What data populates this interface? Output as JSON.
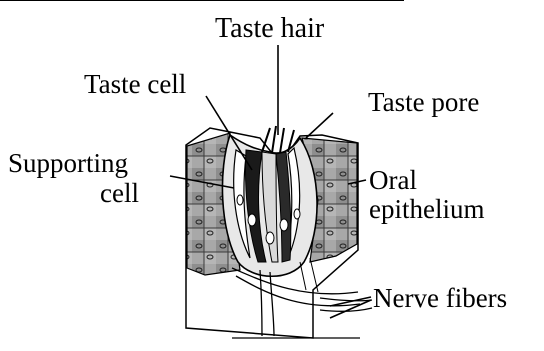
{
  "labels": {
    "taste_hair": "Taste hair",
    "taste_cell": "Taste cell",
    "taste_pore": "Taste pore",
    "supporting_cell_line1": "Supporting",
    "supporting_cell_line2": "cell",
    "oral_epithelium_line1": "Oral",
    "oral_epithelium_line2": "epithelium",
    "nerve_fibers": "Nerve fibers"
  }
}
